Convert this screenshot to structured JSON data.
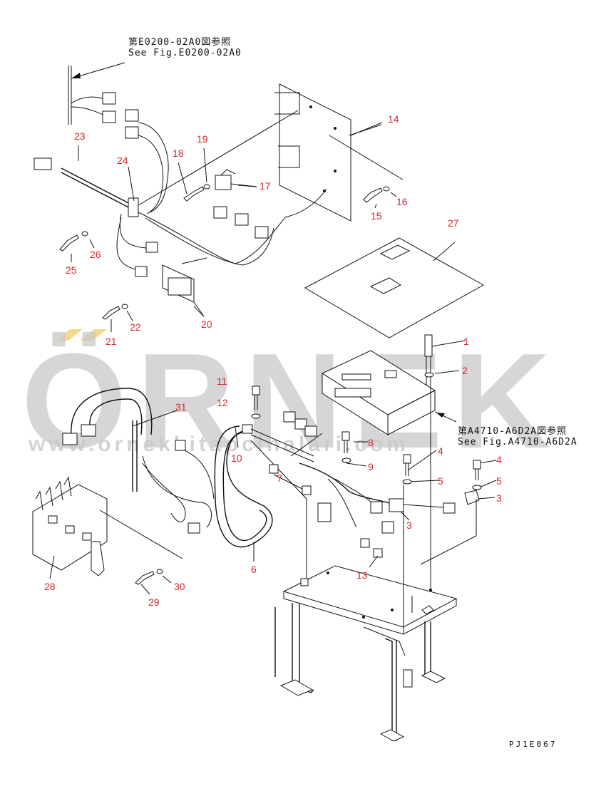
{
  "references": [
    {
      "id": "ref-top",
      "line1": "第E0200-02A0図参照",
      "line2": "See Fig.E0200-02A0"
    },
    {
      "id": "ref-right",
      "line1": "第A4710-A6D2A図参照",
      "line2": "See Fig.A4710-A6D2A"
    }
  ],
  "drawing_code": "PJ1E067",
  "watermark": {
    "text": "ÖRNEK",
    "url": "www.ornekkitapcinalari.com"
  },
  "callouts": [
    "1",
    "2",
    "3",
    "3",
    "4",
    "4",
    "5",
    "5",
    "6",
    "7",
    "8",
    "9",
    "10",
    "11",
    "12",
    "13",
    "14",
    "15",
    "16",
    "17",
    "18",
    "19",
    "20",
    "21",
    "22",
    "23",
    "24",
    "25",
    "26",
    "27",
    "28",
    "29",
    "30",
    "31"
  ],
  "colors": {
    "callout": "#d8262b",
    "line": "#111111",
    "watermark": "#c9c9c9",
    "watermark_accent": "#f0d070"
  }
}
